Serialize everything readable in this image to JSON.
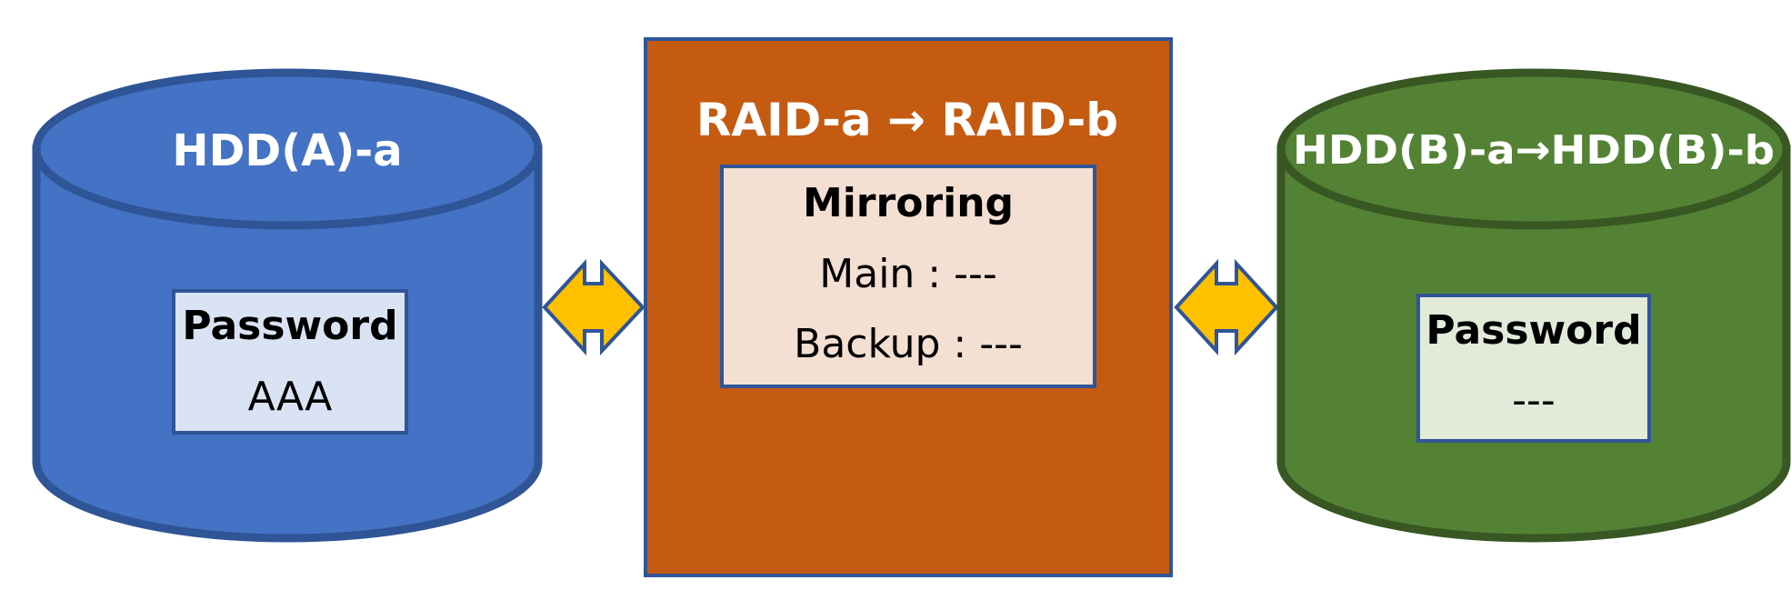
{
  "hdd_a": {
    "title": "HDD(A)-a",
    "password_label": "Password",
    "password_value": "AAA"
  },
  "raid": {
    "title": "RAID-a →  RAID-b",
    "mode_label": "Mirroring",
    "main_line": "Main : ---",
    "backup_line": "Backup : ---"
  },
  "hdd_b": {
    "title": "HDD(B)-a→HDD(B)-b",
    "password_label": "Password",
    "password_value": "---"
  },
  "colors": {
    "hdd_a_fill": "#4472C4",
    "hdd_a_stroke": "#2F5597",
    "hdd_a_box_fill": "#DAE3F3",
    "raid_fill": "#C55A11",
    "raid_stroke": "#2F5597",
    "raid_box_fill": "#F4DFD3",
    "hdd_b_fill": "#548235",
    "hdd_b_stroke": "#385723",
    "hdd_b_box_fill": "#E2EADA",
    "arrow_fill": "#FFC000",
    "arrow_stroke": "#2F5597",
    "box_stroke": "#2F5597"
  }
}
